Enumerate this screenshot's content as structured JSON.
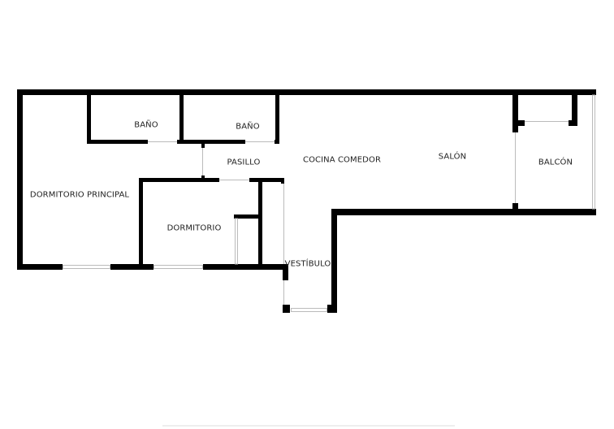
{
  "floorplan": {
    "rooms": {
      "bano_1": "BAÑO",
      "bano_2": "BAÑO",
      "pasillo": "PASILLO",
      "cocina_comedor": "COCINA COMEDOR",
      "salon": "SALÓN",
      "balcon": "BALCÓN",
      "dormitorio_principal": "DORMITORIO PRINCIPAL",
      "dormitorio": "DORMITORIO",
      "vestibulo": "VESTÍBULO"
    },
    "colors": {
      "wall": "#000000",
      "opening": "#cccccc",
      "background": "#ffffff"
    }
  }
}
